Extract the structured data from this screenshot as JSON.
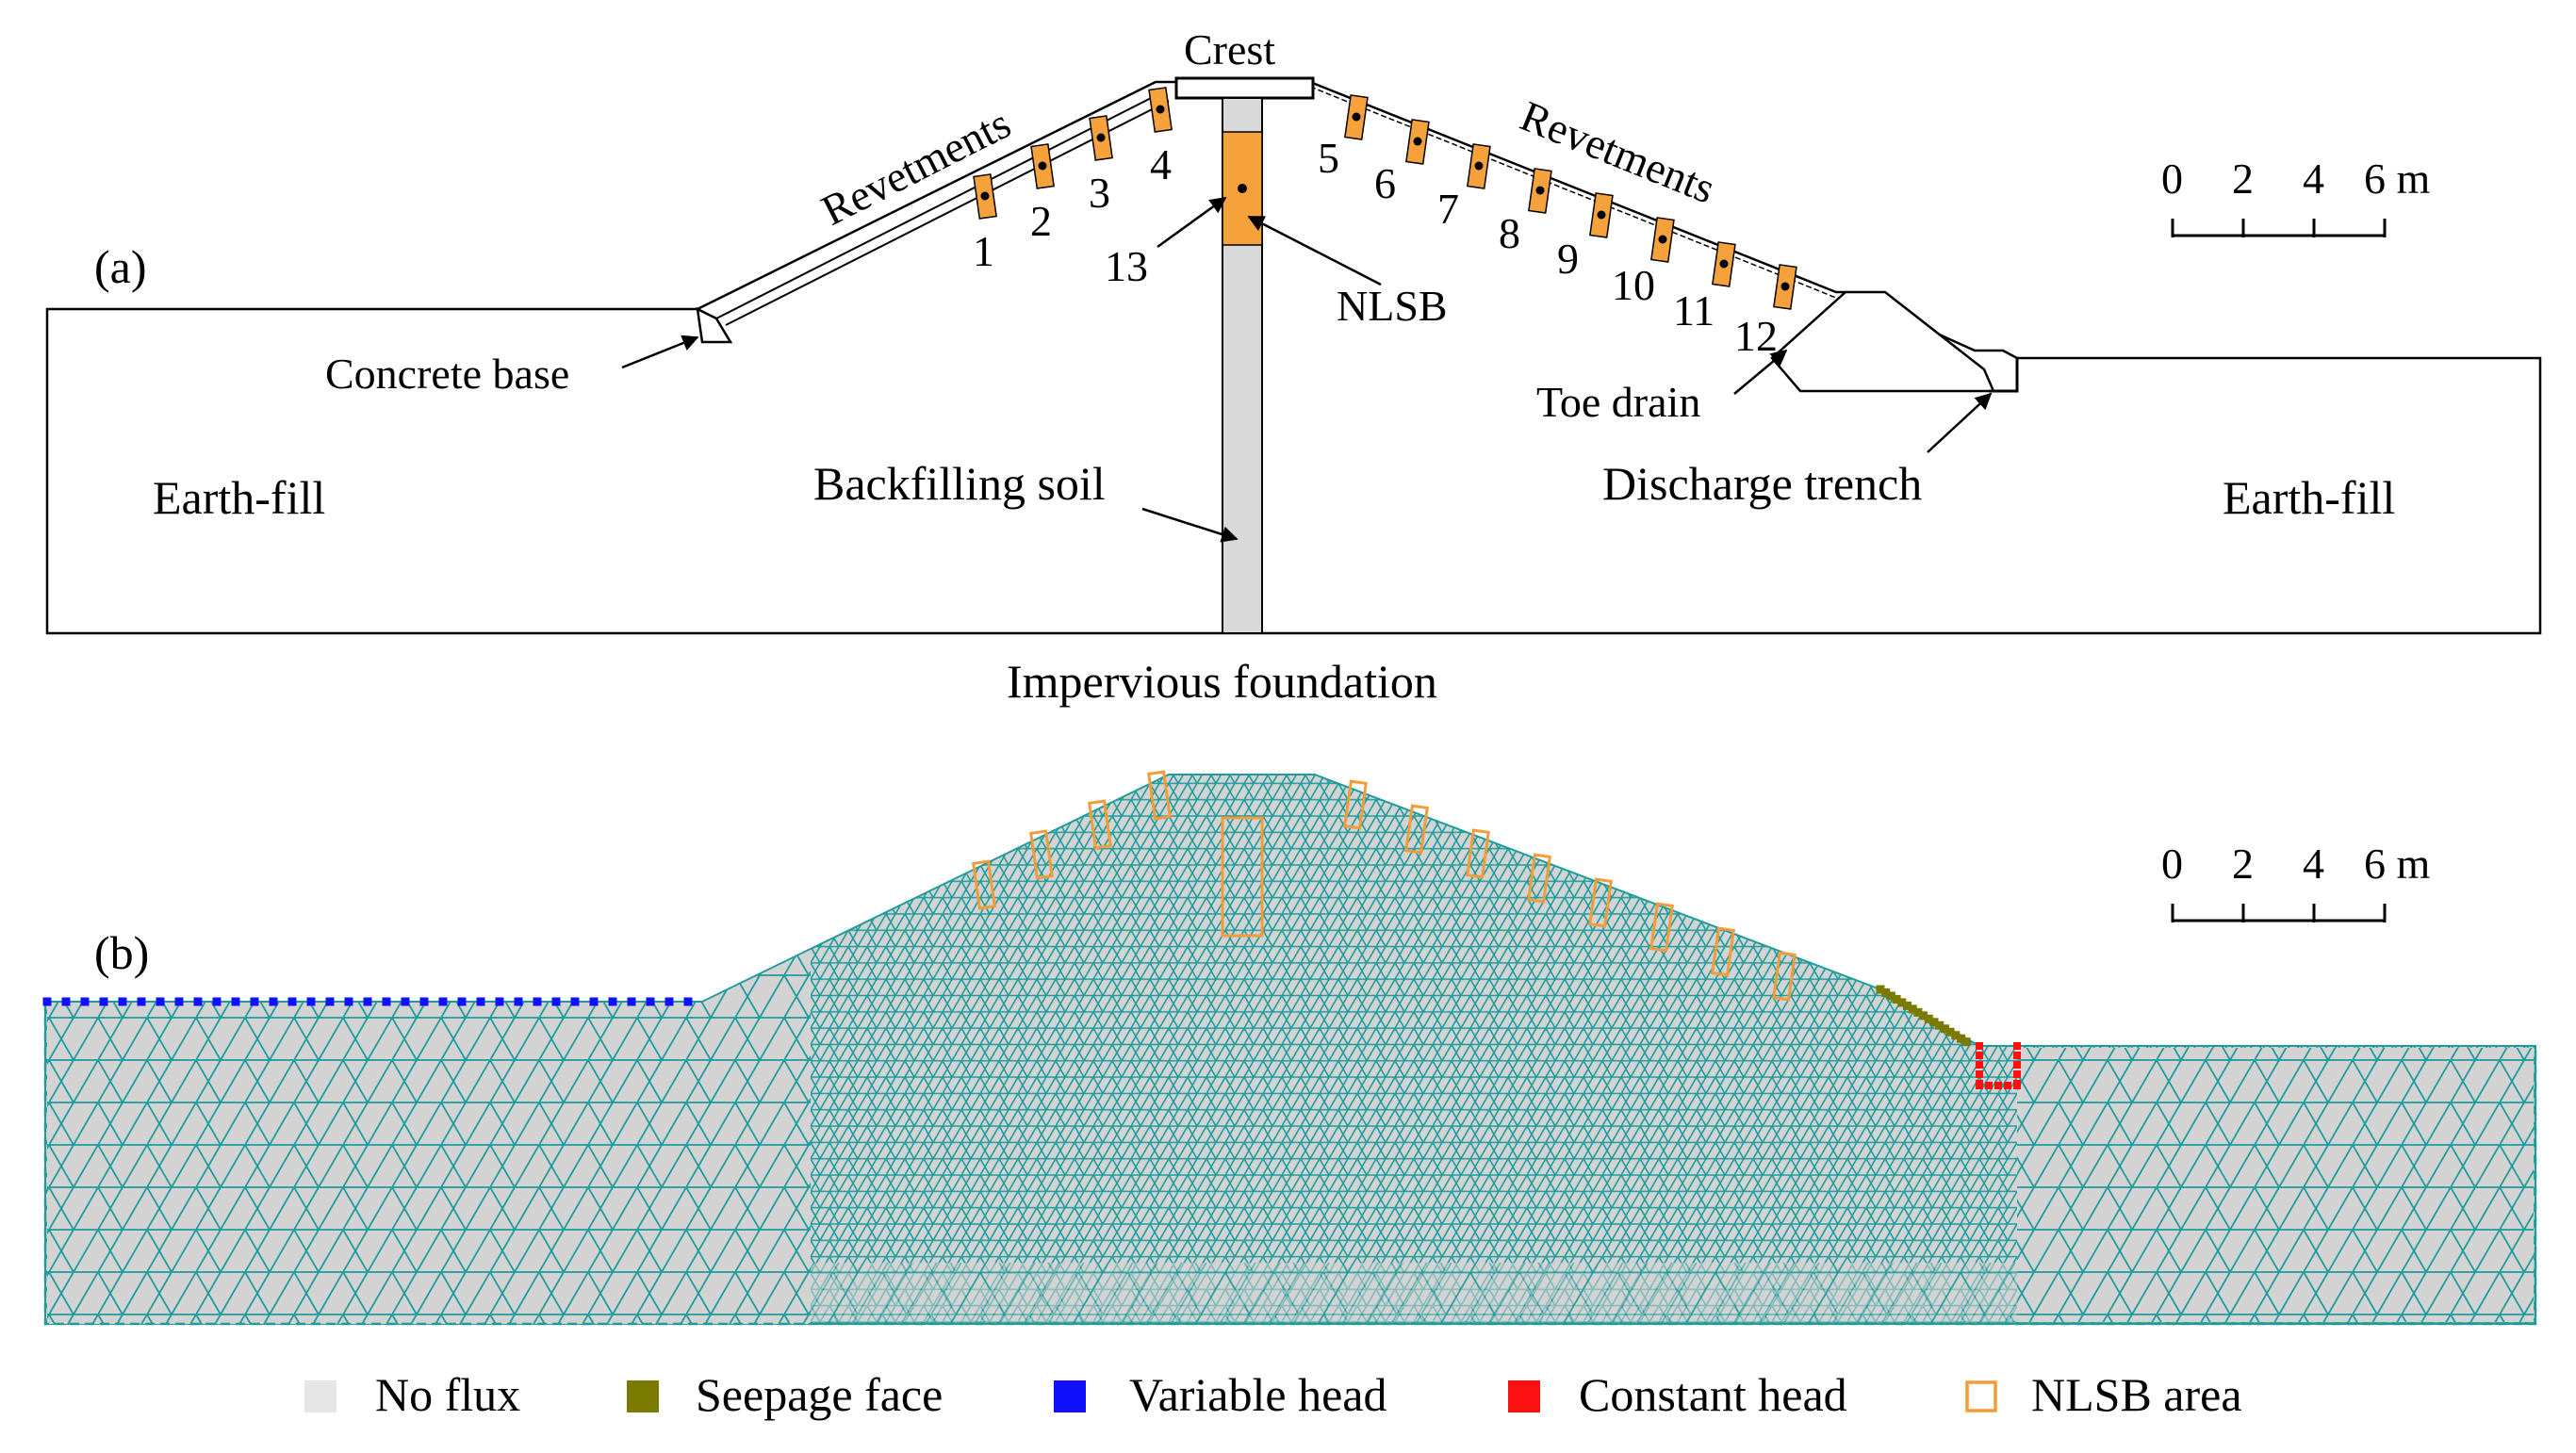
{
  "panel_a": {
    "label": "(a)",
    "crest": "Crest",
    "revetments_left": "Revetments",
    "revetments_right": "Revetments",
    "earth_fill_left": "Earth-fill",
    "earth_fill_right": "Earth-fill",
    "concrete_base": "Concrete base",
    "backfilling_soil": "Backfilling soil",
    "nlsb": "NLSB",
    "toe_drain": "Toe drain",
    "discharge_trench": "Discharge trench",
    "impervious_foundation": "Impervious foundation",
    "sensors": [
      "1",
      "2",
      "3",
      "4",
      "5",
      "6",
      "7",
      "8",
      "9",
      "10",
      "11",
      "12",
      "13"
    ],
    "scale_ticks": [
      "0",
      "2",
      "4",
      "6 m"
    ]
  },
  "panel_b": {
    "label": "(b)",
    "scale_ticks": [
      "0",
      "2",
      "4",
      "6 m"
    ]
  },
  "legend": [
    {
      "label": "No flux",
      "color": "#e6e6e6",
      "style": "fill"
    },
    {
      "label": "Seepage face",
      "color": "#7a7a00",
      "style": "fill"
    },
    {
      "label": "Variable head",
      "color": "#1010ff",
      "style": "fill"
    },
    {
      "label": "Constant head",
      "color": "#ff1010",
      "style": "fill"
    },
    {
      "label": "NLSB area",
      "color": "#f39c3a",
      "style": "outline"
    }
  ],
  "colors": {
    "orange": "#f5a23d",
    "mesh": "#1e9c9c",
    "mesh_fill": "#d3d3d3",
    "slurry_wall": "#d9d9d9",
    "seepage": "#7a7a00",
    "variable_head": "#1010ff",
    "constant_head": "#ff1010"
  }
}
